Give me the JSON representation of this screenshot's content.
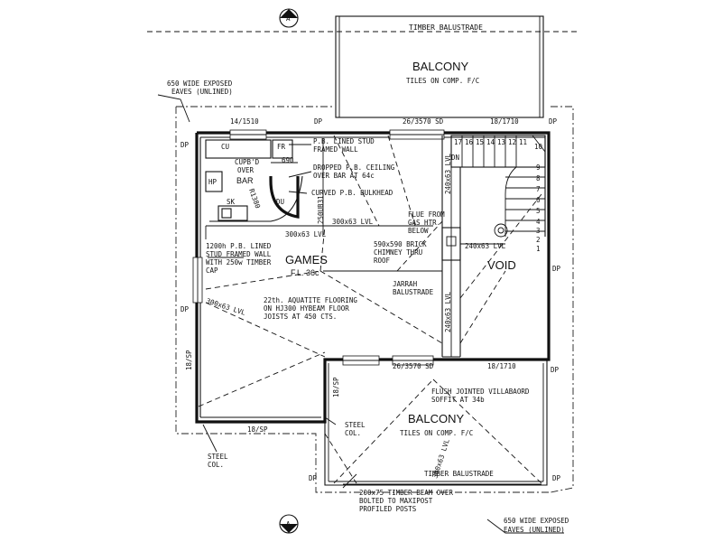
{
  "labels": {
    "timber_balustrade_top": "TIMBER BALUSTRADE",
    "balcony_top": "BALCONY",
    "balcony_top_sub": "TILES ON COMP. F/C",
    "eaves_top_1": "650 WIDE EXPOSED",
    "eaves_top_2": "EAVES (UNLINED)",
    "beam_14_1510": "14/1510",
    "beam_26_3570_top": "26/3570 SD",
    "beam_18_1710_top": "18/1710",
    "dp": "DP",
    "cu": "CU",
    "fr": "FR",
    "hp": "HP",
    "sk": "SK",
    "du": "DU",
    "cupbd_1": "CUPB'D",
    "cupbd_2": "OVER",
    "bar": "BAR",
    "dim_690": "690",
    "r1380": "R1380",
    "pb_lined_1": "P.B. LINED STUD",
    "pb_lined_2": "FRAMED WALL",
    "dropped_1": "DROPPED P.B. CEILING",
    "dropped_2": "OVER BAR AT 64c",
    "curved": "CURVED P.B. BULKHEAD",
    "ub_250": "250UB31",
    "lvl_300_a": "300x63 LVL",
    "lvl_300_b": "300x63 LVL",
    "lvl_300_c": "300x63 LVL",
    "lvl_240_a": "240x63 LVL",
    "lvl_240_b": "240x63 LVL",
    "lvl_240_c": "240x63 LVL",
    "lvl_300_d": "300x63 LVL",
    "wall1200_1": "1200h P.B. LINED",
    "wall1200_2": "STUD FRAMED WALL",
    "wall1200_3": "WITH 250w TIMBER",
    "wall1200_4": "CAP",
    "flue_1": "FLUE FROM",
    "flue_2": "GAS HTR.",
    "flue_3": "BELOW",
    "chimney_1": "590x590 BRICK",
    "chimney_2": "CHIMNEY THRU",
    "chimney_3": "ROOF",
    "games": "GAMES",
    "games_fl": "F.L. 36c",
    "void": "VOID",
    "jarrah_1": "JARRAH",
    "jarrah_2": "BALUSTRADE",
    "aquatite_1": "22th. AQUATITE FLOORING",
    "aquatite_2": "ON HJ300 HYBEAM FLOOR",
    "aquatite_3": "JOISTS AT 450 CTS.",
    "dn": "DN",
    "sp18_a": "18/SP",
    "sp18_b": "18/SP",
    "sp18_c": "18/SP",
    "beam_26_3570_bot": "26/3570 SD",
    "beam_18_1710_bot": "18/1710",
    "flush_1": "FLUSH JOINTED VILLABAORD",
    "flush_2": "SOFFIT AT 34b",
    "balcony_bot": "BALCONY",
    "balcony_bot_sub": "TILES ON COMP. F/C",
    "steel_col_a_1": "STEEL",
    "steel_col_a_2": "COL.",
    "steel_col_b_1": "STEEL",
    "steel_col_b_2": "COL.",
    "timber_balustrade_bot": "TIMBER BALUSTRADE",
    "beam200_1": "200x75 TIMBER BEAM OVER",
    "beam200_2": "BOLTED TO MAXIPOST",
    "beam200_3": "PROFILED POSTS",
    "eaves_bot_1": "650 WIDE EXPOSED",
    "eaves_bot_2": "EAVES (UNLINED)",
    "section_mark": "A",
    "stair_1": "1",
    "stair_2": "2",
    "stair_3": "3",
    "stair_4": "4",
    "stair_5": "5",
    "stair_6": "6",
    "stair_7": "7",
    "stair_8": "8",
    "stair_9": "9",
    "stair_10": "10",
    "stair_11": "11",
    "stair_12": "12",
    "stair_13": "13",
    "stair_14": "14",
    "stair_15": "15",
    "stair_16": "16",
    "stair_17": "17"
  }
}
